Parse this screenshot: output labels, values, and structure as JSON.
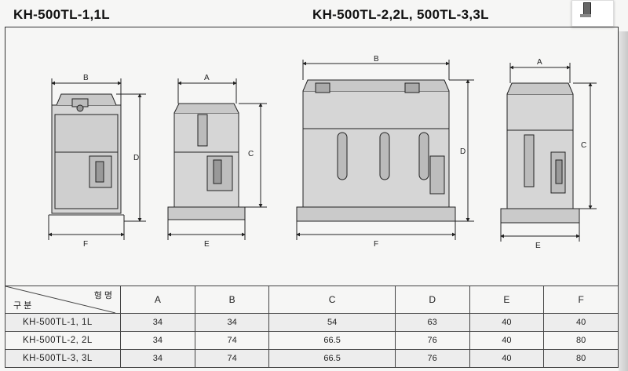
{
  "titles": {
    "left": "KH-500TL-1,1L",
    "right": "KH-500TL-2,2L, 500TL-3,3L"
  },
  "dimension_letters": {
    "a": "A",
    "b": "B",
    "c": "C",
    "d": "D",
    "e": "E",
    "f": "F"
  },
  "table": {
    "header_left": "구 분",
    "header_right": "형 명",
    "columns": [
      "A",
      "B",
      "C",
      "D",
      "E",
      "F"
    ],
    "rows": [
      {
        "model": "KH-500TL-1, 1L",
        "values": [
          "34",
          "34",
          "54",
          "63",
          "40",
          "40"
        ]
      },
      {
        "model": "KH-500TL-2, 2L",
        "values": [
          "34",
          "74",
          "66.5",
          "76",
          "40",
          "80"
        ]
      },
      {
        "model": "KH-500TL-3, 3L",
        "values": [
          "34",
          "74",
          "66.5",
          "76",
          "40",
          "80"
        ]
      }
    ]
  },
  "icons": [
    "device-thumbnail-icon"
  ]
}
